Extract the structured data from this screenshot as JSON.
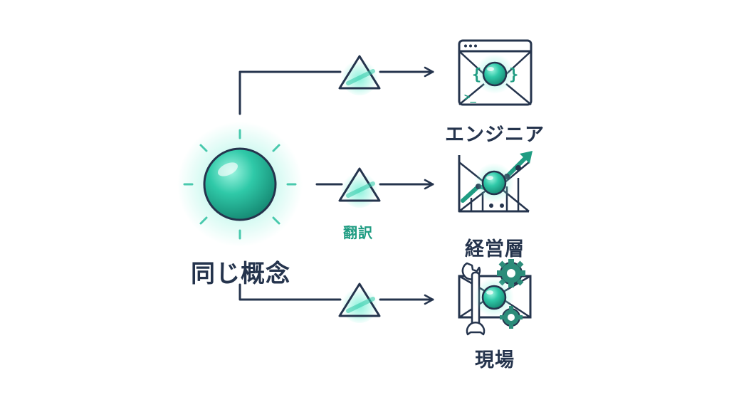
{
  "source": {
    "label": "同じ概念"
  },
  "translation": {
    "label": "翻訳"
  },
  "targets": [
    {
      "label": "エンジニア",
      "icon": "code-window-icon"
    },
    {
      "label": "経営層",
      "icon": "growth-chart-icon"
    },
    {
      "label": "現場",
      "icon": "wrench-gear-icon"
    }
  ],
  "colors": {
    "line": "#25344d",
    "accent": "#2cc7a6",
    "accent_dark": "#1f9c82",
    "glow": "#7ff0d8"
  }
}
